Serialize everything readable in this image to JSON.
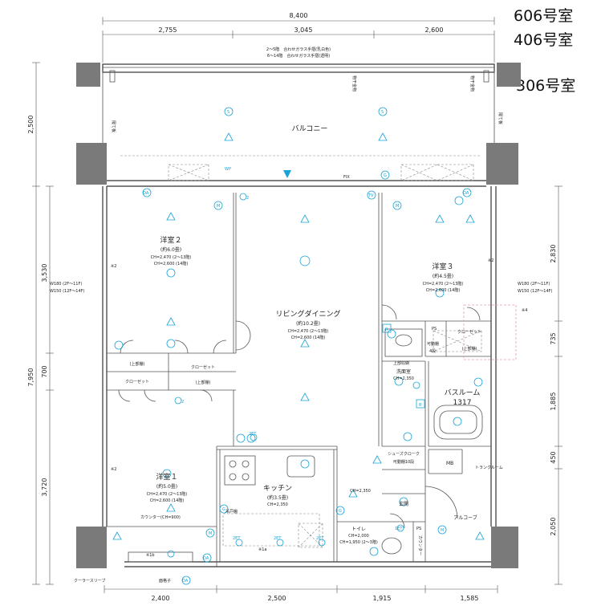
{
  "unit_labels": {
    "top": "606号室",
    "mid": "406号室",
    "right": "306号室"
  },
  "dimensions": {
    "top_total": "8,400",
    "top_segments": [
      "2,755",
      "3,045",
      "2,600"
    ],
    "bottom_segments": [
      "2,400",
      "2,500",
      "1,915",
      "1,585"
    ],
    "left_outer": [
      "2,500",
      "7,950"
    ],
    "left_inner": [
      "3,530",
      "700",
      "3,720"
    ],
    "right_inner": [
      "2,830",
      "735",
      "1,885",
      "450",
      "2,050"
    ]
  },
  "notes": {
    "railing_line1": "2〜5階　合わせガラス手摺(乳白色)",
    "railing_line2": "6〜14階　合わせガラス手摺(透明)",
    "partition_left": "隔て板",
    "partition_right": "隔て板",
    "roof_drain_left": "物干金物",
    "roof_drain_right": "物干金物",
    "fix": "FIX",
    "wp": "WP",
    "window_left_line1": "W180 (2F〜11F)",
    "window_left_line2": "W150 (12F〜14F)",
    "window_right_line1": "W180 (2F〜11F)",
    "window_right_line2": "W150 (12F〜14F)",
    "mark_2a": "※2",
    "mark_2b": "※2",
    "mark_2c": "※2",
    "mark_4": "※4",
    "mark_1a": "※1a",
    "mark_1b": "※1b",
    "cooler_sleeve": "クーラースリーブ",
    "lattice": "面格子",
    "counter": "カウンター(CH=900)",
    "ps1": "PS",
    "ps2": "PS",
    "movable_shelf": "可動棚",
    "shelf_4": "4段",
    "upper_storage": "上部収納",
    "mb": "MB",
    "trunk_room": "トランクルーム",
    "counter_toilet": "カウンター",
    "hanging_shelf": "吊戸棚"
  },
  "rooms": {
    "balcony": "バルコニー",
    "bed2": {
      "name": "洋室２",
      "size": "(約6.0畳)",
      "ch1": "CH=2,470 (2〜13階)",
      "ch2": "CH=2,600 (14階)"
    },
    "bed3": {
      "name": "洋室３",
      "size": "(約4.5畳)",
      "ch1": "CH=2,470 (2〜13階)",
      "ch2": "CH=2,600 (14階)"
    },
    "living": {
      "name": "リビングダイニング",
      "size": "(約10.2畳)",
      "ch1": "CH=2,470 (2〜13階)",
      "ch2": "CH=2,600 (14階)"
    },
    "bed1": {
      "name": "洋室１",
      "size": "(約5.0畳)",
      "ch1": "CH=2,470 (2〜13階)",
      "ch2": "CH=2,600 (14階)"
    },
    "kitchen": {
      "name": "キッチン",
      "size": "(約3.5畳)",
      "ch": "CH=2,350"
    },
    "wash": {
      "name": "洗面室",
      "ch": "CH=2,350"
    },
    "bath": {
      "name": "バスルーム",
      "size": "1317"
    },
    "shoes": {
      "name": "シューズクローク",
      "sub": "可動棚10段"
    },
    "entrance": {
      "name": "玄関",
      "ch": "CH=2,350"
    },
    "alcove": "アルコーブ",
    "toilet": {
      "name": "トイレ",
      "ch1": "CH=2,000",
      "ch2": "CH=1,950 (2〜3階)"
    },
    "closet_top": "クローゼット",
    "closet_left": "クローゼット",
    "closet_bed3": "クローゼット",
    "upper_shelf_a": "(上部棚)",
    "upper_shelf_b": "(上部棚)",
    "upper_shelf_c": "(上部棚)"
  },
  "symbols": {
    "s": "S",
    "a": "A",
    "g": "G",
    "m": "M",
    "r": "R",
    "tv": "TV",
    "oa": "OA",
    "e2": "2",
    "et1": "1ET",
    "et2": "2ET"
  }
}
